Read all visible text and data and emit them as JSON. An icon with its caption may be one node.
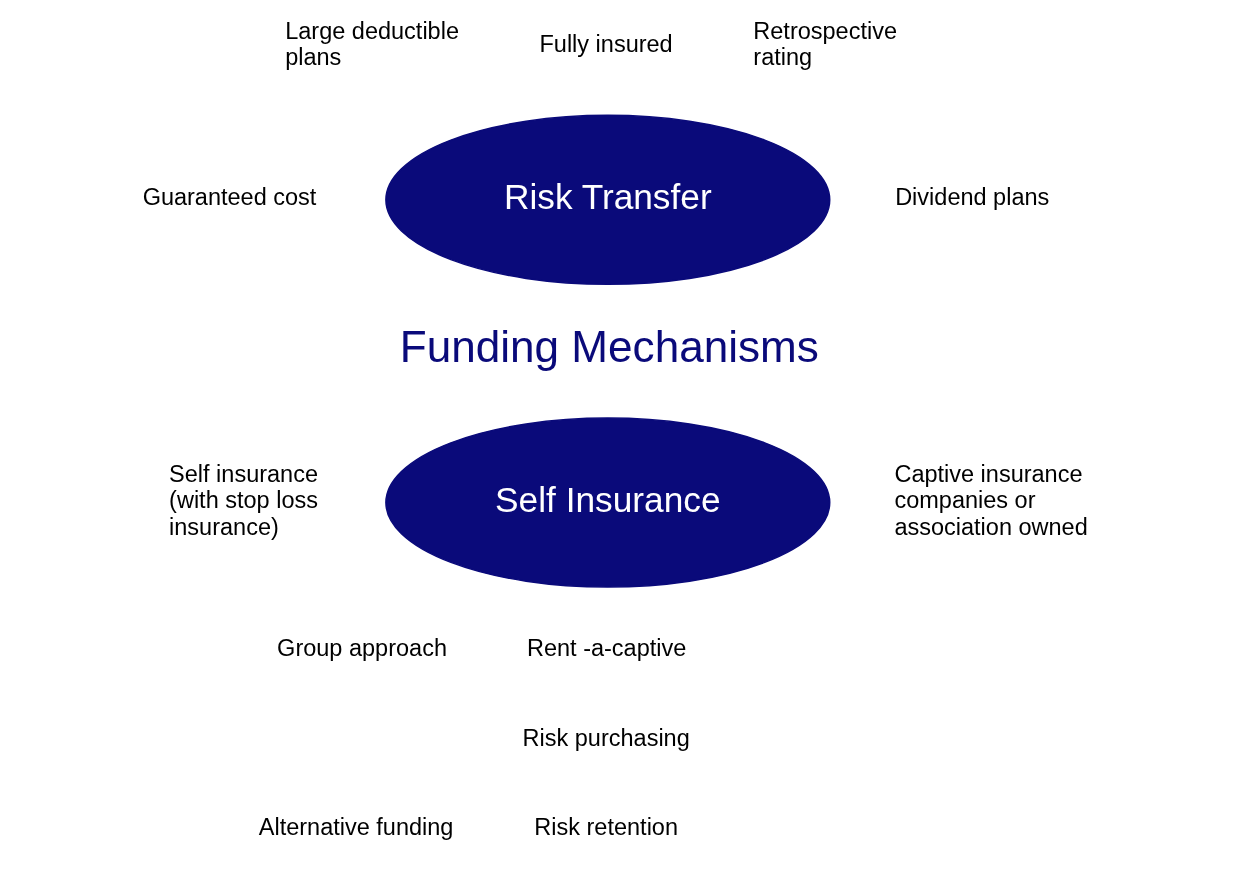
{
  "diagram": {
    "nodes": [
      {
        "text": [
          "Risk Transfer"
        ]
      },
      {
        "text": [
          "Self Insurance"
        ]
      }
    ],
    "labels": [
      "Fully insured",
      "Large deductible plans",
      "Retrospective rating",
      "Guaranteed cost",
      "Dividend plans",
      "Funding Mechanisms",
      "Self insurance (with stop loss insurance)",
      "Captive insurance companies or association owned",
      "Group approach",
      "Rent -a-captive",
      "Risk purchasing",
      "Alternative funding",
      "Risk retention"
    ]
  }
}
